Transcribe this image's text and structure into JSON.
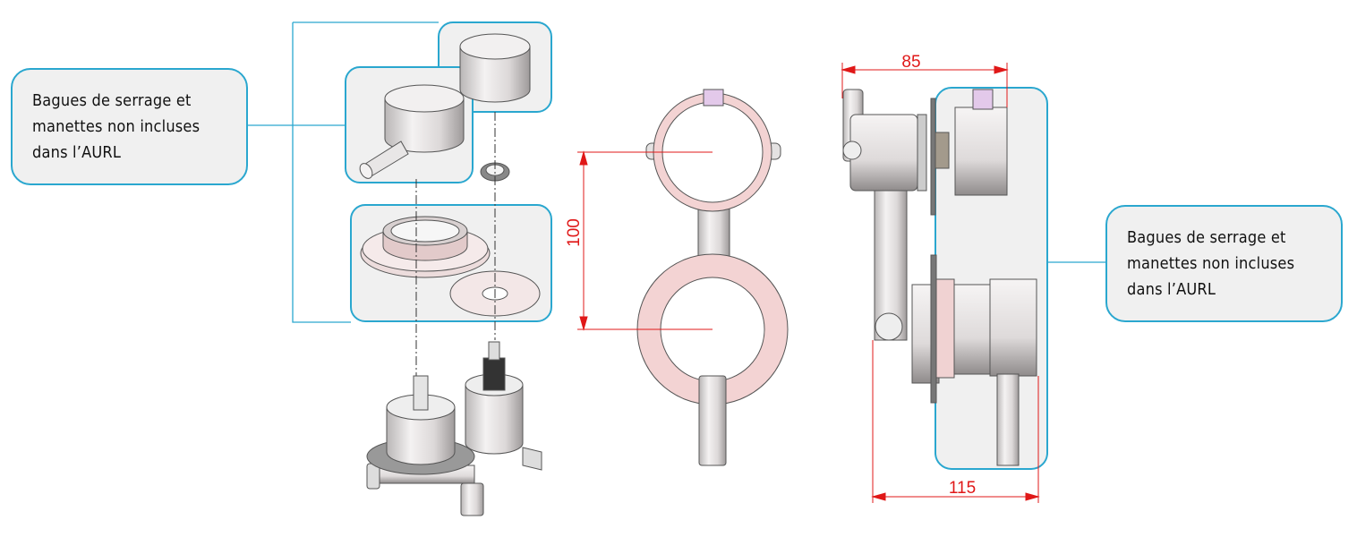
{
  "callouts": [
    {
      "lines": [
        "Bagues de serrage et",
        "manettes non incluses",
        "dans l’AURL"
      ]
    },
    {
      "lines": [
        "Bagues de serrage et",
        "manettes non incluses",
        "dans l’AURL"
      ]
    }
  ],
  "dimensions": {
    "front_height": "100",
    "side_top_width": "85",
    "side_bottom_width": "115"
  },
  "colors": {
    "callout_border": "#2aa7cf",
    "dimension": "#e01818",
    "highlight_bg": "#f0f0f0",
    "ring_pink": "#f3d3d3",
    "stem_purple": "#e3c9ea"
  }
}
